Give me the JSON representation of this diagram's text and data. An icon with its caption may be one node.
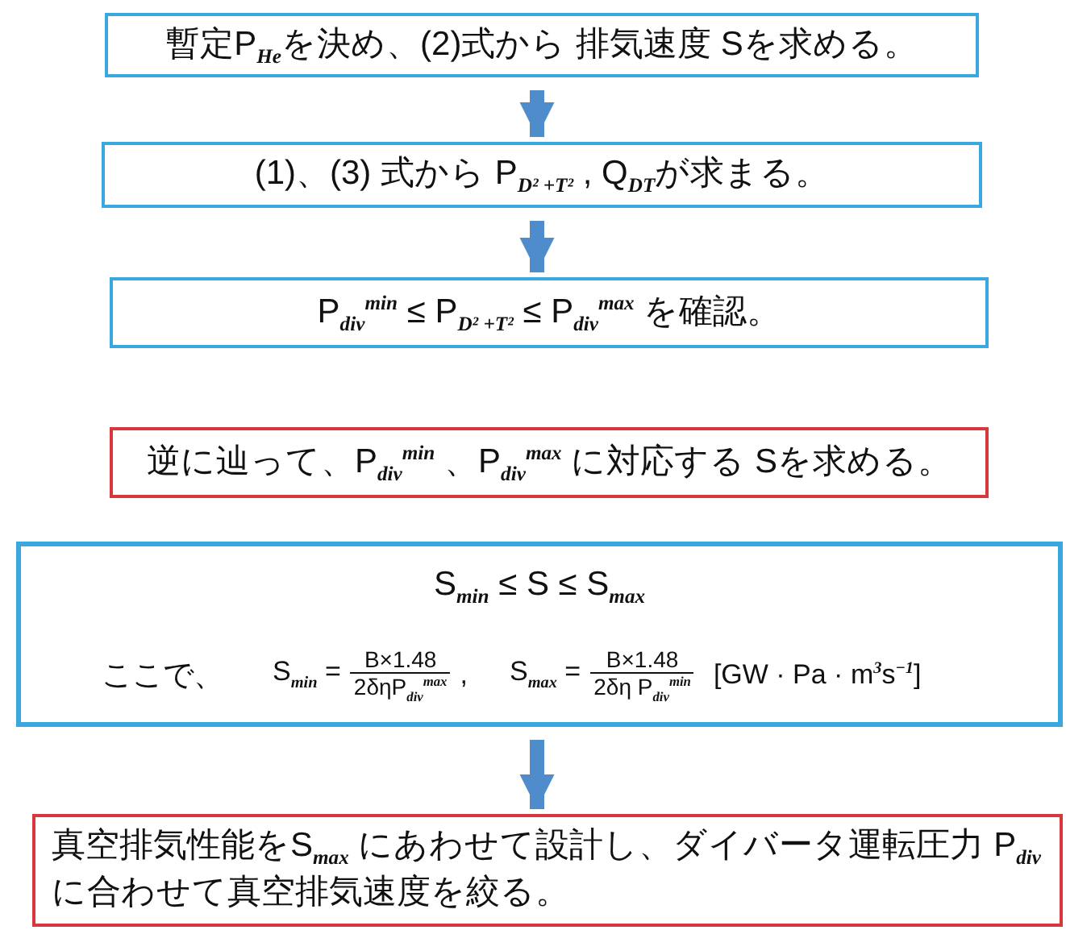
{
  "diagram": {
    "nodes": [
      {
        "text": [
          "暫定P$_{He}$を決め、(2)式から 排気速度 Sを求める。"
        ]
      },
      {
        "text": [
          "(1)、(3) 式から P$_{D² +T²}$ , Q$_{DT}$が求まる。"
        ]
      },
      {
        "text": [
          "P$_{div}$$^{min}$ ≤ P$_{D² +T²}$ ≤ P$_{div}$$^{max}$ を確認。"
        ]
      },
      {
        "text": [
          "逆に辿って、P$_{div}$$^{min}$ 、P$_{div}$$^{max}$ に対応する Sを求める。"
        ]
      },
      {
        "text": [
          "S$_{min}$ ≤ S ≤ S$_{max}$",
          "ここで、",
          "S$_{min}$ =",
          "B×1.48",
          "2δηP$_{div}$$^{max}$",
          ",",
          "S$_{max}$ =",
          "B×1.48",
          "2δη P$_{div}$$^{min}$",
          "[GW · Pa · m$^{3}$s$^{−1}$]"
        ]
      },
      {
        "text": [
          "真空排気性能をS$_{max}$ にあわせて設計し、ダイバータ運転圧力 P$_{div}$ に合わせて真空排気速度を絞る。"
        ]
      }
    ],
    "edges": [
      {
        "from": 0,
        "to": 1,
        "arrow": "to"
      },
      {
        "from": 1,
        "to": 2,
        "arrow": "to"
      },
      {
        "from": 4,
        "to": 5,
        "arrow": "to"
      }
    ]
  }
}
